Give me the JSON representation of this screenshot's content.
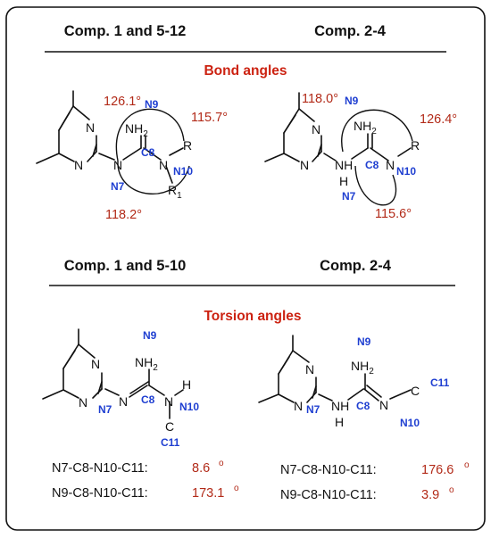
{
  "headers": {
    "top_left": "Comp. 1 and 5-12",
    "top_right": "Comp. 2-4",
    "mid_left": "Comp. 1 and 5-10",
    "mid_right": "Comp. 2-4"
  },
  "sections": {
    "bond_angles": "Bond angles",
    "torsion_angles": "Torsion angles"
  },
  "atoms": {
    "N": "N",
    "NH": "NH",
    "H": "H",
    "NH2_base": "NH",
    "NH2_sub": "2",
    "R": "R",
    "R1_base": "R",
    "R1_sub": "1",
    "C": "C"
  },
  "labels": {
    "n7": "N7",
    "n9": "N9",
    "n10": "N10",
    "c8": "C8",
    "c11": "C11"
  },
  "bond_angles": {
    "left": {
      "n9_side": "126.1°",
      "n10_side": "115.7°",
      "n7_side": "118.2°"
    },
    "right": {
      "n9_side": "118.0°",
      "n10_side": "126.4°",
      "n7_side": "115.6°"
    }
  },
  "torsions": {
    "left": [
      {
        "label": "N7-C8-N10-C11:",
        "value": "8.6",
        "unit": "o"
      },
      {
        "label": "N9-C8-N10-C11:",
        "value": "173.1",
        "unit": "o"
      }
    ],
    "right": [
      {
        "label": "N7-C8-N10-C11:",
        "value": "176.6",
        "unit": "o"
      },
      {
        "label": "N9-C8-N10-C11:",
        "value": "3.9",
        "unit": "o"
      }
    ]
  }
}
